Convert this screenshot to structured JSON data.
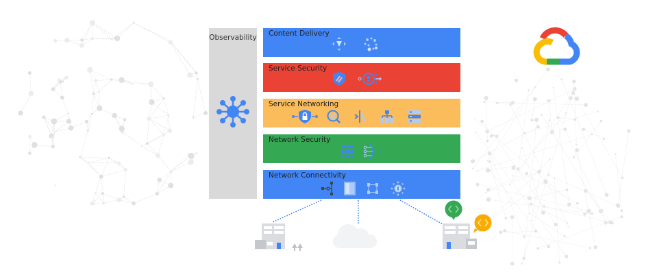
{
  "observability": {
    "label": "Observability",
    "icon": "hub-network-icon"
  },
  "layers": [
    {
      "label": "Content Delivery",
      "color": "#4285f4",
      "icons": [
        "cloud-cdn-icon",
        "media-cdn-icon"
      ]
    },
    {
      "label": "Service Security",
      "color": "#ea4335",
      "icons": [
        "cloud-armor-shield-icon",
        "identity-aware-proxy-icon"
      ]
    },
    {
      "label": "Service Networking",
      "color": "#fbbc5b",
      "icons": [
        "private-service-connect-lock-icon",
        "service-directory-icon",
        "traffic-director-icon",
        "load-balancer-hierarchy-icon",
        "cloud-dns-server-icon"
      ]
    },
    {
      "label": "Network Security",
      "color": "#34a853",
      "icons": [
        "firewall-icon",
        "cloud-ids-funnel-icon"
      ]
    },
    {
      "label": "Network Connectivity",
      "color": "#4285f4",
      "icons": [
        "cloud-router-icon",
        "interconnect-icon",
        "vpn-icon",
        "network-connectivity-center-icon"
      ]
    }
  ],
  "endpoints": [
    {
      "name": "on-premises-building",
      "icon": "building-icon"
    },
    {
      "name": "other-cloud",
      "icon": "cloud-icon"
    },
    {
      "name": "branch-office-building",
      "icon": "building-icon"
    }
  ],
  "badges": [
    {
      "icon": "code-brackets-icon",
      "color": "#34a853"
    },
    {
      "icon": "code-brackets-icon",
      "color": "#f9ab00"
    }
  ],
  "brand": {
    "logo": "google-cloud-logo",
    "colors": {
      "red": "#ea4335",
      "yellow": "#fbbc04",
      "green": "#34a853",
      "blue": "#4285f4"
    }
  }
}
